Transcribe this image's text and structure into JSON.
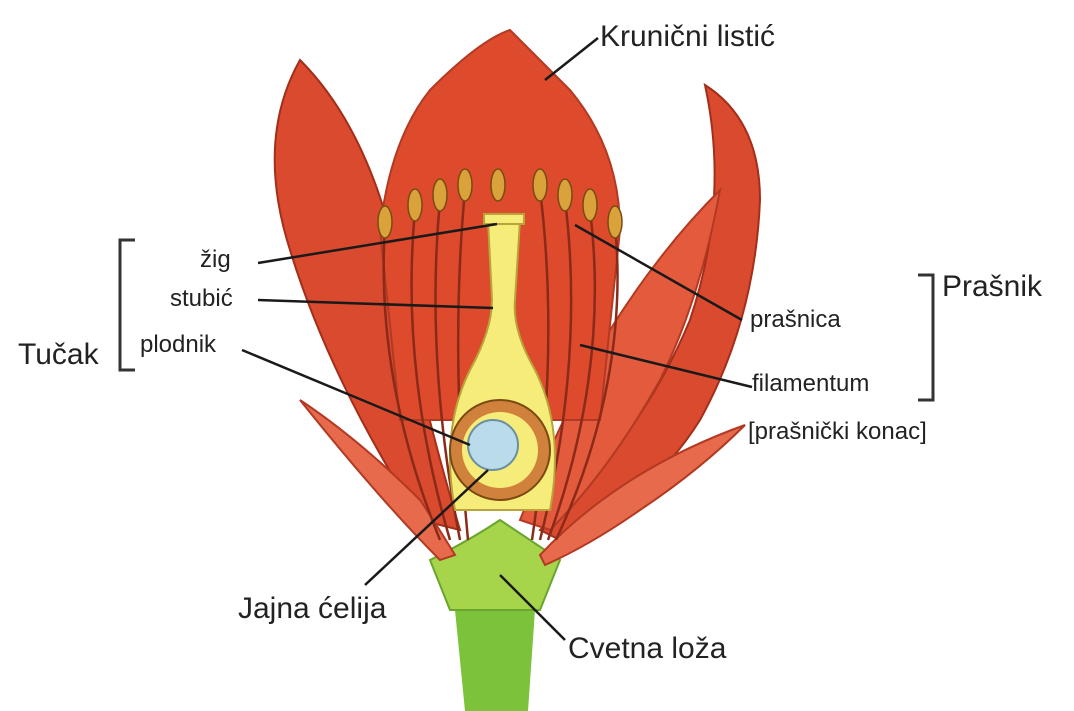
{
  "labels": {
    "krunicni_listic": "Krunični listić",
    "zig": "žig",
    "stubic": "stubić",
    "plodnik": "plodnik",
    "tucak": "Tučak",
    "prasnica": "prašnica",
    "prasnik": "Prašnik",
    "filamentum": "filamentum",
    "prasnicki_konac": "[prašnički konac]",
    "jajna_celija": "Jajna ćelija",
    "cvetna_loza": "Cvetna loža"
  },
  "colors": {
    "petal": "#e04a2f",
    "petal_dark": "#b8321e",
    "pistil": "#f6ec7a",
    "stem": "#7cc23a",
    "ovule": "#b9dbea",
    "ovary_ring": "#d0823c",
    "anther": "#d9a23a"
  }
}
